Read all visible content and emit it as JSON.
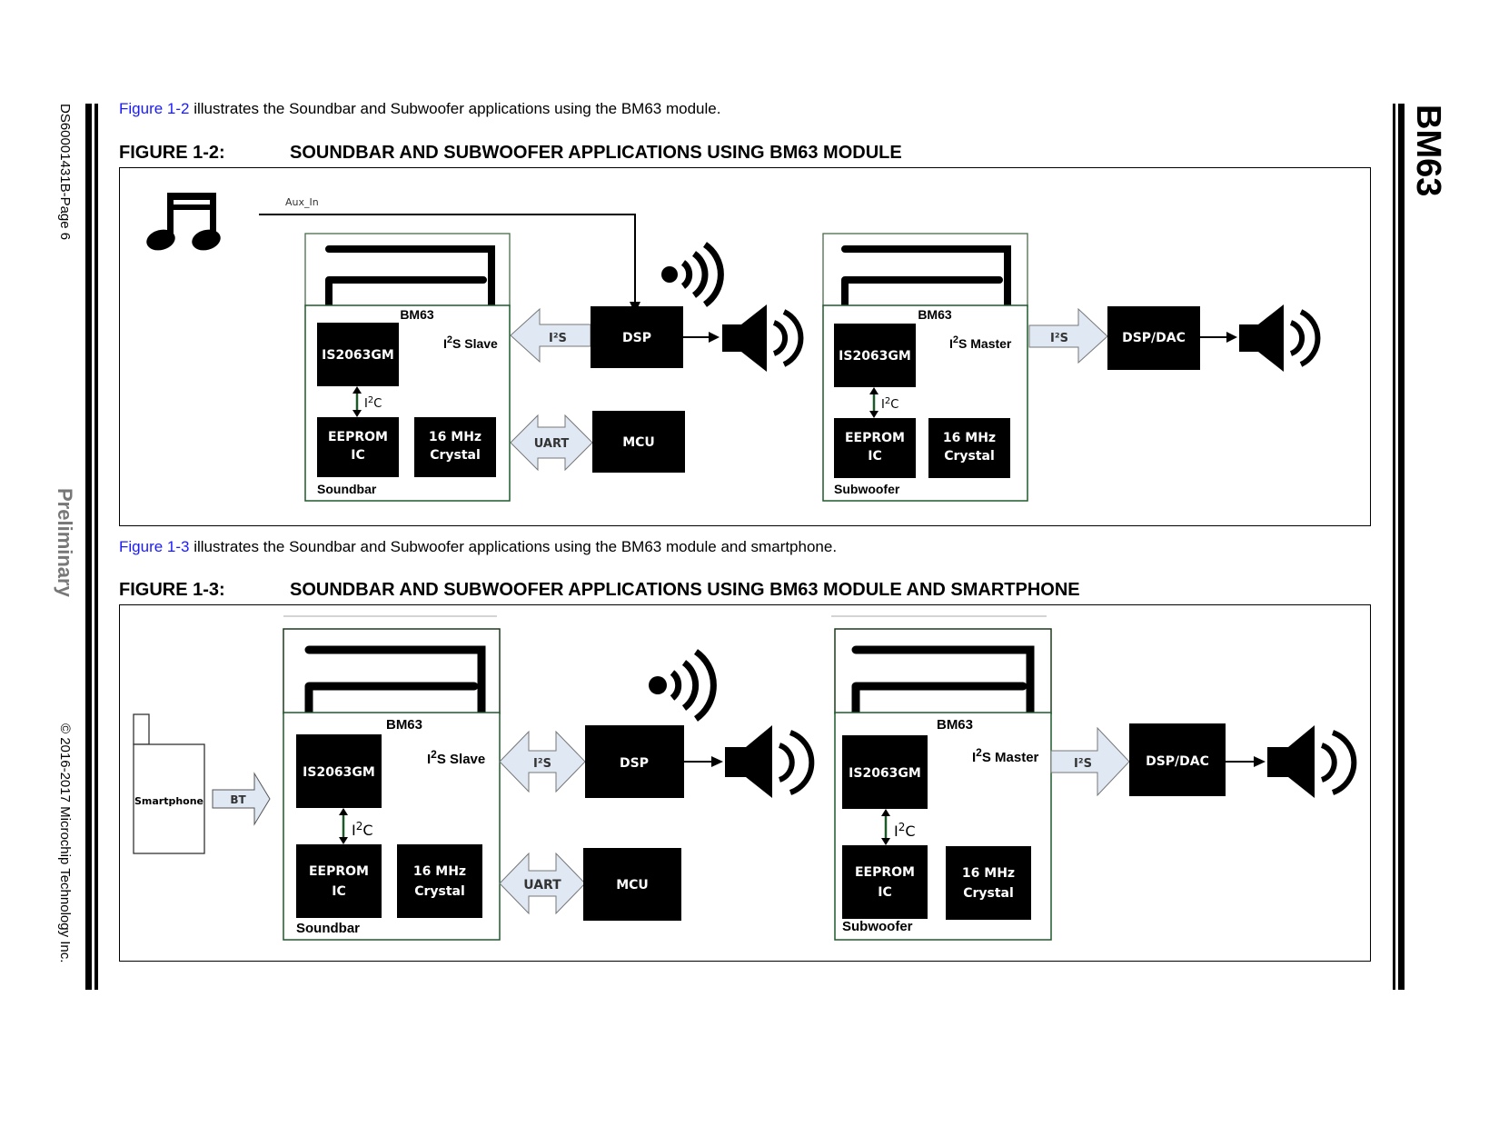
{
  "page": {
    "doc_id": "DS60001431B-Page 6",
    "status": "Preliminary",
    "copyright": "© 2016-2017 Microchip Technology Inc.",
    "side_title": "BM63"
  },
  "intro1": {
    "link": "Figure 1-2",
    "text": " illustrates the Soundbar and Subwoofer applications using the BM63 module."
  },
  "fig1": {
    "number": "FIGURE 1-2:",
    "title": "SOUNDBAR AND SUBWOOFER APPLICATIONS USING BM63 MODULE",
    "aux_in": "Aux_In",
    "soundbar": {
      "module": "BM63",
      "chip": "IS2063GM",
      "role": "S Slave",
      "i2c": "C",
      "eeprom1": "EEPROM",
      "eeprom2": "IC",
      "crystal1": "16 MHz",
      "crystal2": "Crystal",
      "name": "Soundbar",
      "i2s_arrow": "I²S",
      "uart_arrow": "UART",
      "dsp": "DSP",
      "mcu": "MCU"
    },
    "subwoofer": {
      "module": "BM63",
      "chip": "IS2063GM",
      "role": "S Master",
      "i2c": "C",
      "eeprom1": "EEPROM",
      "eeprom2": "IC",
      "crystal1": "16 MHz",
      "crystal2": "Crystal",
      "name": "Subwoofer",
      "i2s_arrow": "I²S",
      "dac": "DSP/DAC"
    }
  },
  "intro2": {
    "link": "Figure 1-3",
    "text": " illustrates the Soundbar and Subwoofer applications using the BM63 module and smartphone."
  },
  "fig2": {
    "number": "FIGURE 1-3:",
    "title": "SOUNDBAR AND SUBWOOFER APPLICATIONS USING BM63 MODULE AND SMARTPHONE",
    "smartphone": "Smartphone",
    "bt": "BT",
    "soundbar": {
      "module": "BM63",
      "chip": "IS2063GM",
      "role": "S Slave",
      "i2c": "C",
      "eeprom1": "EEPROM",
      "eeprom2": "IC",
      "crystal1": "16 MHz",
      "crystal2": "Crystal",
      "name": "Soundbar",
      "i2s_arrow": "I²S",
      "uart_arrow": "UART",
      "dsp": "DSP",
      "mcu": "MCU"
    },
    "subwoofer": {
      "module": "BM63",
      "chip": "IS2063GM",
      "role": "S Master",
      "i2c": "C",
      "eeprom1": "EEPROM",
      "eeprom2": "IC",
      "crystal1": "16 MHz",
      "crystal2": "Crystal",
      "name": "Subwoofer",
      "i2s_arrow": "I²S",
      "dac": "DSP/DAC"
    }
  },
  "colors": {
    "link": "#1a1aff",
    "arrow_fill": "#dfe8f3",
    "module_border": "#1d5a2a",
    "i2c_arrow": "#1d5a2a"
  }
}
